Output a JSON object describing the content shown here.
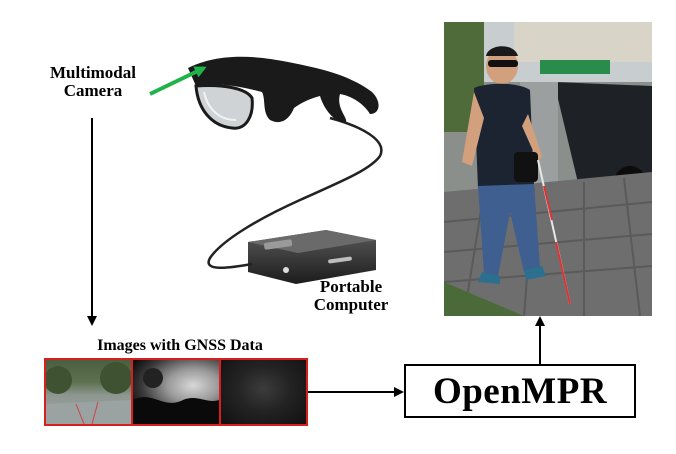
{
  "labels": {
    "camera": "Multimodal Camera",
    "computer": "Portable Computer",
    "images": "Images with GNSS Data",
    "system": "OpenMPR"
  },
  "colors": {
    "camera_arrow": "#1fb34a",
    "strip_border": "#d91e1e",
    "arrows": "#000000"
  }
}
